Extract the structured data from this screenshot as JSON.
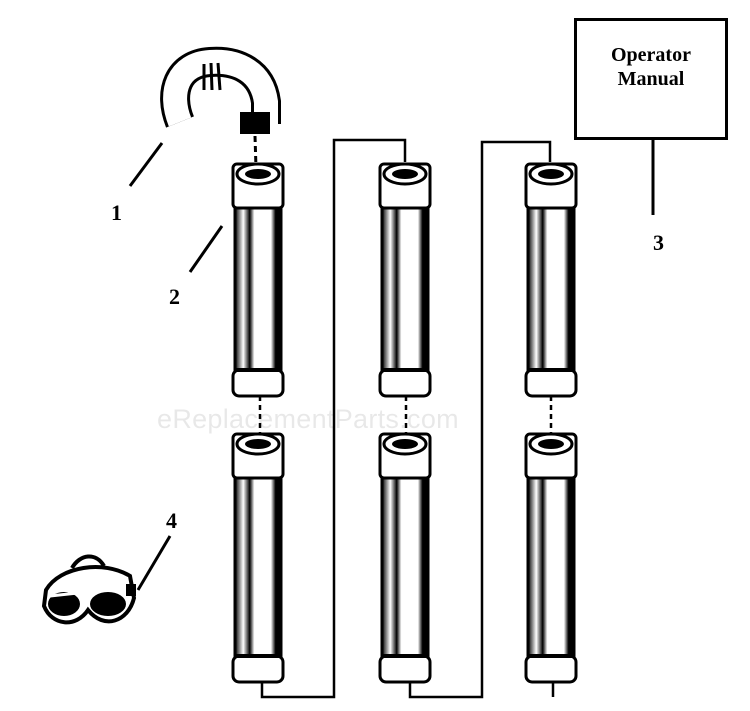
{
  "manual": {
    "line1": "Operator",
    "line2": "Manual"
  },
  "callouts": {
    "c1": "1",
    "c2": "2",
    "c3": "3",
    "c4": "4"
  },
  "watermark": "eReplacementParts.com"
}
